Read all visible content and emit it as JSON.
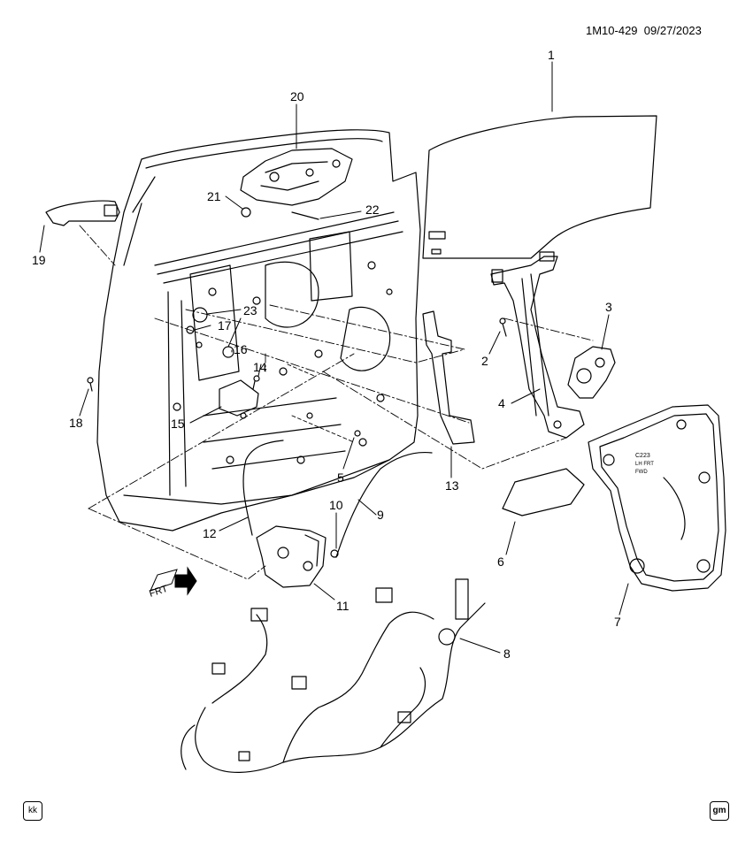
{
  "header": {
    "reference": "1M10-429  09/27/2023"
  },
  "callouts": [
    "1",
    "2",
    "3",
    "4",
    "5",
    "6",
    "7",
    "8",
    "9",
    "10",
    "11",
    "12",
    "13",
    "14",
    "15",
    "16",
    "17",
    "18",
    "19",
    "20",
    "21",
    "22",
    "23"
  ],
  "frt_label": "FRT",
  "panel_labels": {
    "line1": "C223",
    "line2": "LH FRT",
    "line3": "FWD"
  },
  "footer": {
    "left_badge": "kk",
    "right_badge": "gm"
  }
}
